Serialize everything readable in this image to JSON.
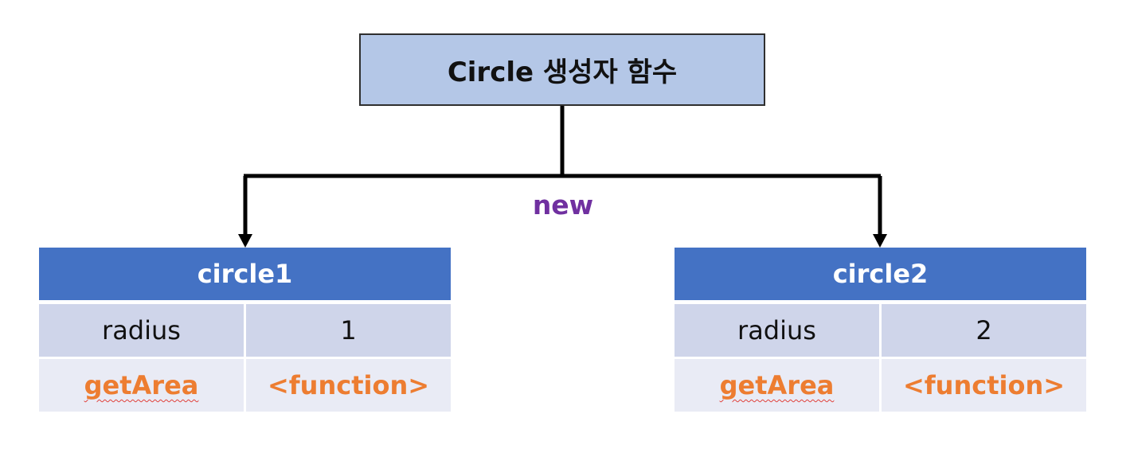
{
  "constructor": {
    "label": "Circle 생성자 함수"
  },
  "operator": {
    "label": "new"
  },
  "instances": [
    {
      "name": "circle1",
      "properties": [
        {
          "key": "radius",
          "value": "1"
        }
      ],
      "methods": [
        {
          "key": "getArea",
          "value": "<function>"
        }
      ]
    },
    {
      "name": "circle2",
      "properties": [
        {
          "key": "radius",
          "value": "2"
        }
      ],
      "methods": [
        {
          "key": "getArea",
          "value": "<function>"
        }
      ]
    }
  ],
  "colors": {
    "constructor_fill": "#b4c7e7",
    "header_fill": "#4472c4",
    "property_row_fill": "#cfd5ea",
    "method_row_fill": "#e9ebf5",
    "method_text": "#ed7d31",
    "operator_text": "#7030a0"
  }
}
